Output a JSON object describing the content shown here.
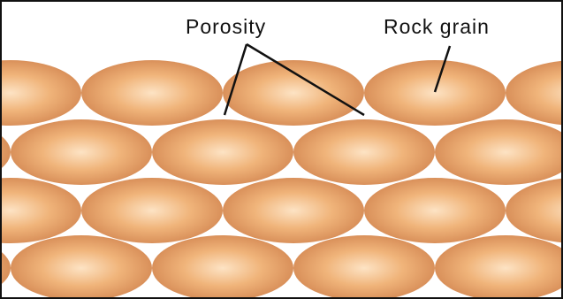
{
  "labels": {
    "porosity": "Porosity",
    "rock_grain": "Rock grain"
  },
  "colors": {
    "grain_center": "#fde3c4",
    "grain_mid": "#f0b47a",
    "grain_edge": "#d9905a",
    "leader_line": "#111111",
    "pore_space": "#ffffff"
  },
  "layout_description": {
    "rows": 4,
    "pattern": "offset rows of oval grains"
  }
}
